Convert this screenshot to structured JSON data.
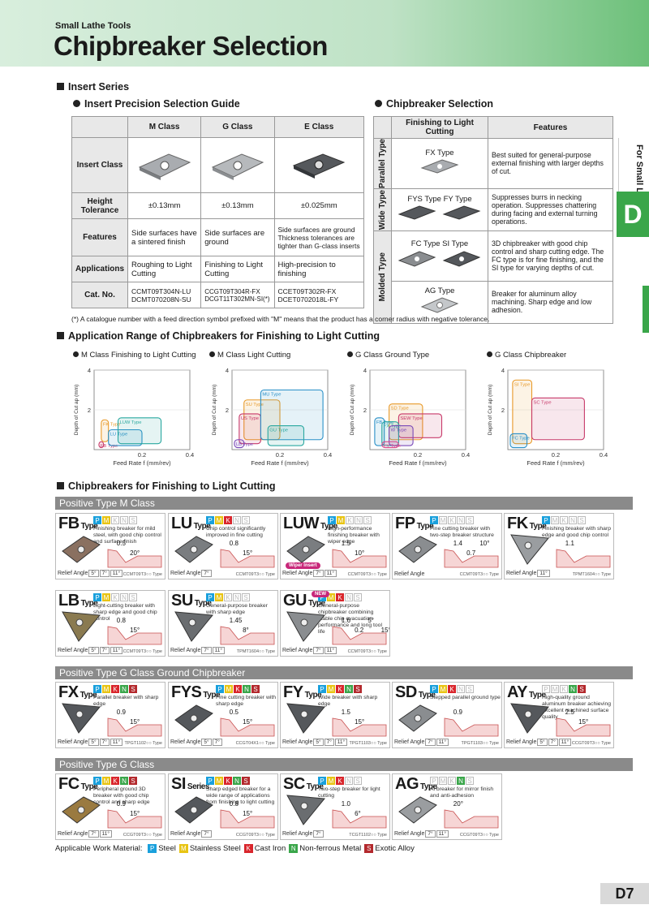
{
  "header": {
    "subtitle": "Small Lathe Tools",
    "title": "Chipbreaker Selection"
  },
  "side_tab": {
    "label": "For Small Lathes",
    "letter": "D"
  },
  "section_insert_series": "Insert Series",
  "precision_guide": {
    "title": "Insert Precision Selection Guide",
    "columns": [
      "M Class",
      "G Class",
      "E Class"
    ],
    "rows": [
      {
        "label": "Insert Class",
        "cells": [
          "",
          "",
          ""
        ]
      },
      {
        "label": "Height Tolerance",
        "cells": [
          "±0.13mm",
          "±0.13mm",
          "±0.025mm"
        ]
      },
      {
        "label": "Features",
        "cells": [
          "Side surfaces have a sintered finish",
          "Side surfaces are ground",
          "Side surfaces are ground Thickness tolerances are tighter than G-class inserts"
        ]
      },
      {
        "label": "Applications",
        "cells": [
          "Roughing to Light Cutting",
          "Finishing to Light Cutting",
          "High-precision to finishing"
        ]
      },
      {
        "label": "Cat. No.",
        "cells": [
          "CCMT09T304N-LU DCMT070208N-SU",
          "CCGT09T304R-FX DCGT11T302MN-SI(*)",
          "CCET09T302R-FX DCET0702018L-FY"
        ]
      }
    ]
  },
  "chipbreaker_selection": {
    "title": "Chipbreaker Selection",
    "col_type": "Finishing to Light Cutting",
    "col_features": "Features",
    "groups": [
      {
        "group": "Parallel Type",
        "types": "FX Type",
        "feature": "Best suited for general-purpose external finishing with larger depths of cut."
      },
      {
        "group": "Wide Type",
        "types": "FYS Type    FY Type",
        "feature": "Suppresses burrs in necking operation. Suppresses chattering during facing and external turning operations."
      },
      {
        "group": "Molded Type",
        "types": "FC Type    SI Type",
        "feature": "3D chipbreaker with good chip control and sharp cutting edge. The FC type is for fine finishing, and the SI type for varying depths of cut."
      },
      {
        "group": "",
        "types": "AG Type",
        "feature": "Breaker for aluminum alloy machining. Sharp edge and low adhesion."
      }
    ]
  },
  "footnote": "(*) A catalogue number with a feed direction symbol prefixed with \"M\" means that the product has a corner radius with negative tolerance.",
  "section_app_range": "Application Range of Chipbreakers for Finishing to Light Cutting",
  "chart_data": [
    {
      "type": "area",
      "title": "M Class   Finishing to Light Cutting",
      "xlabel": "Feed Rate f (mm/rev)",
      "ylabel": "Depth of Cut ap (mm)",
      "xlim": [
        0,
        0.4
      ],
      "ylim": [
        0,
        4
      ],
      "xticks": [
        "0.2",
        "0.4"
      ],
      "yticks": [
        "2",
        "4"
      ],
      "series": [
        {
          "name": "FK Type",
          "x": [
            0.03,
            0.06
          ],
          "y": [
            0.4,
            1.5
          ]
        },
        {
          "name": "FB Type",
          "x": [
            0.02,
            0.04
          ],
          "y": [
            0.1,
            0.4
          ]
        },
        {
          "name": "LU Type",
          "x": [
            0.06,
            0.2
          ],
          "y": [
            0.2,
            1.0
          ]
        },
        {
          "name": "LUW Type",
          "x": [
            0.1,
            0.28
          ],
          "y": [
            0.3,
            1.6
          ]
        }
      ]
    },
    {
      "type": "area",
      "title": "M Class   Light Cutting",
      "xlabel": "Feed Rate f (mm/rev)",
      "ylabel": "Depth of Cut ap (mm)",
      "xlim": [
        0,
        0.4
      ],
      "ylim": [
        0,
        4
      ],
      "xticks": [
        "0.2",
        "0.4"
      ],
      "yticks": [
        "2",
        "4"
      ],
      "series": [
        {
          "name": "SU Type",
          "x": [
            0.05,
            0.2
          ],
          "y": [
            0.5,
            2.5
          ]
        },
        {
          "name": "US Type",
          "x": [
            0.03,
            0.12
          ],
          "y": [
            0.3,
            1.8
          ]
        },
        {
          "name": "MU Type",
          "x": [
            0.12,
            0.38
          ],
          "y": [
            0.5,
            3.0
          ]
        },
        {
          "name": "GU Type",
          "x": [
            0.15,
            0.3
          ],
          "y": [
            0.2,
            1.2
          ]
        },
        {
          "name": "LB Type",
          "x": [
            0.01,
            0.05
          ],
          "y": [
            0.1,
            0.5
          ]
        }
      ]
    },
    {
      "type": "area",
      "title": "G Class   Ground Type",
      "xlabel": "Feed Rate f (mm/rev)",
      "ylabel": "Depth of Cut ap (mm)",
      "xlim": [
        0,
        0.4
      ],
      "ylim": [
        0,
        4
      ],
      "xticks": [
        "0.2",
        "0.4"
      ],
      "yticks": [
        "2",
        "4"
      ],
      "series": [
        {
          "name": "SD Type",
          "x": [
            0.08,
            0.22
          ],
          "y": [
            0.5,
            2.3
          ]
        },
        {
          "name": "SEW Type",
          "x": [
            0.12,
            0.3
          ],
          "y": [
            0.6,
            1.8
          ]
        },
        {
          "name": "FB Type",
          "x": [
            0.02,
            0.06
          ],
          "y": [
            0.2,
            1.6
          ]
        },
        {
          "name": "FX Type",
          "x": [
            0.05,
            0.12
          ],
          "y": [
            0.2,
            1.4
          ]
        },
        {
          "name": "W Type",
          "x": [
            0.08,
            0.18
          ],
          "y": [
            0.2,
            1.2
          ]
        },
        {
          "name": "FY Type",
          "x": [
            0.05,
            0.12
          ],
          "y": [
            0.1,
            0.4
          ]
        }
      ]
    },
    {
      "type": "area",
      "title": "G Class   Chipbreaker",
      "xlabel": "Feed Rate f (mm/rev)",
      "ylabel": "Depth of Cut ap (mm)",
      "xlim": [
        0,
        0.4
      ],
      "ylim": [
        0,
        4
      ],
      "xticks": [
        "0.2",
        "0.4"
      ],
      "yticks": [
        "2",
        "4"
      ],
      "series": [
        {
          "name": "SI Type",
          "x": [
            0.02,
            0.1
          ],
          "y": [
            0.3,
            3.5
          ]
        },
        {
          "name": "SC Type",
          "x": [
            0.1,
            0.32
          ],
          "y": [
            0.5,
            2.6
          ]
        },
        {
          "name": "FC Type",
          "x": [
            0.01,
            0.08
          ],
          "y": [
            0.1,
            0.8
          ]
        }
      ]
    }
  ],
  "section_chipbreakers": "Chipbreakers for Finishing to Light Cutting",
  "bands": {
    "m_class": "Positive Type M Class",
    "g_ground": "Positive Type G Class Ground Chipbreaker",
    "g_class": "Positive Type G Class"
  },
  "type_word": "Type",
  "series_word": "Series",
  "relief_label": "Relief Angle",
  "cards": [
    {
      "code": "FB",
      "suffix": "Type",
      "mat": "PM",
      "desc": "Finishing breaker for mild steel, with good chip control and surface finish",
      "dims": [
        "0.5",
        "20°"
      ],
      "angles": [
        "5°",
        "7°",
        "11°"
      ],
      "cat": "CCMT09T3○○ Type"
    },
    {
      "code": "LU",
      "suffix": "Type",
      "mat": "PMK",
      "desc": "Chip control significantly improved in fine cutting",
      "dims": [
        "0.8",
        "15°"
      ],
      "angles": [
        "7°"
      ],
      "cat": "CCMT09T3○○ Type"
    },
    {
      "code": "LUW",
      "suffix": "Type",
      "mat": "PM",
      "desc": "High-performance finishing breaker with wiper edge",
      "dims": [
        "1.5",
        "10°"
      ],
      "angles": [
        "7°",
        "11°"
      ],
      "cat": "CCMT09T3○○ Type",
      "badge": "Wiper Insert"
    },
    {
      "code": "FP",
      "suffix": "Type",
      "mat": "P",
      "desc": "Fine cutting breaker with two-step breaker structure",
      "dims": [
        "1.4",
        "0.7",
        "10°"
      ],
      "angles": [],
      "cat": "CCMT09T3○○ Type"
    },
    {
      "code": "FK",
      "suffix": "Type",
      "mat": "P",
      "desc": "Finishing breaker with sharp edge and good chip control",
      "dims": [
        "1.1"
      ],
      "angles": [
        "11°"
      ],
      "cat": "TPMT1604○○ Type"
    },
    {
      "code": "LB",
      "suffix": "Type",
      "mat": "PM",
      "desc": "Light-cutting breaker with sharp edge and good chip control",
      "dims": [
        "0.8",
        "15°"
      ],
      "angles": [
        "5°",
        "7°",
        "11°"
      ],
      "cat": "CCMT09T3○○ Type"
    },
    {
      "code": "SU",
      "suffix": "Type",
      "mat": "PM",
      "desc": "General-purpose breaker with sharp edge",
      "dims": [
        "1.45",
        "8°"
      ],
      "angles": [
        "7°",
        "11°"
      ],
      "cat": "TPMT1604○○ Type"
    },
    {
      "code": "GU",
      "suffix": "Type",
      "mat": "PMK",
      "desc": "General-purpose chipbreaker combining stable chip evacuation performance and long tool life",
      "dims": [
        "1.6",
        "0.2",
        "5°",
        "15°"
      ],
      "angles": [
        "7°",
        "11°"
      ],
      "cat": "CCMT09T3○○ Type",
      "badge": "NEW"
    },
    {
      "code": "FX",
      "suffix": "Type",
      "mat": "PMKNS",
      "desc": "Parallel breaker with sharp edge",
      "dims": [
        "0.9",
        "15°"
      ],
      "angles": [
        "5°",
        "7°",
        "11°"
      ],
      "cat": "TPGT1102○○ Type"
    },
    {
      "code": "FYS",
      "suffix": "Type",
      "mat": "PMKNS",
      "desc": "Fine cutting breaker with sharp edge",
      "dims": [
        "0.5",
        "15°"
      ],
      "angles": [
        "5°",
        "7°"
      ],
      "cat": "CCGT04X1○○ Type"
    },
    {
      "code": "FY",
      "suffix": "Type",
      "mat": "PMKNS",
      "desc": "Wide breaker with sharp edge",
      "dims": [
        "1.5",
        "15°"
      ],
      "angles": [
        "5°",
        "7°",
        "11°"
      ],
      "cat": "TPGT1103○○ Type"
    },
    {
      "code": "SD",
      "suffix": "Type",
      "mat": "PMK",
      "desc": "Stepped parallel ground type",
      "dims": [
        "0.9"
      ],
      "angles": [
        "7°",
        "11°"
      ],
      "cat": "TPGT1103○○ Type"
    },
    {
      "code": "AY",
      "suffix": "Type",
      "mat": "NS",
      "desc": "High-quality ground aluminum breaker achieving excellent machined surface quality",
      "dims": [
        "2.5",
        "15°"
      ],
      "angles": [
        "5°",
        "7°",
        "11°"
      ],
      "cat": "CCGT09T3○○ Type"
    },
    {
      "code": "FC",
      "suffix": "Type",
      "mat": "PMKNS",
      "desc": "Peripheral ground 3D breaker with good chip control and sharp edge",
      "dims": [
        "0.9",
        "15°"
      ],
      "angles": [
        "7°",
        "11°"
      ],
      "cat": "CCGT09T3○○ Type"
    },
    {
      "code": "SI",
      "suffix": "Series",
      "mat": "PMKNS",
      "desc": "Sharp edged breaker for a wide range of applications from finishing to light cutting",
      "dims": [
        "0.8",
        "15°"
      ],
      "angles": [
        "7°"
      ],
      "cat": "CCGT09T3○○ Type"
    },
    {
      "code": "SC",
      "suffix": "Type",
      "mat": "PMK",
      "desc": "Two-step breaker for light cutting",
      "dims": [
        "1.0",
        "6°"
      ],
      "angles": [
        "7°"
      ],
      "cat": "TCGT1102○○ Type"
    },
    {
      "code": "AG",
      "suffix": "Type",
      "mat": "N",
      "desc": "Al breaker for mirror finish and anti-adhesion",
      "dims": [
        "20°"
      ],
      "angles": [
        "7°",
        "11°"
      ],
      "cat": "CCGT09T3○○ Type"
    }
  ],
  "material_legend": {
    "label": "Applicable Work Material:",
    "items": [
      {
        "key": "P",
        "name": "Steel",
        "color": "#1aa0dc"
      },
      {
        "key": "M",
        "name": "Stainless Steel",
        "color": "#e8c414"
      },
      {
        "key": "K",
        "name": "Cast Iron",
        "color": "#d9262c"
      },
      {
        "key": "N",
        "name": "Non-ferrous Metal",
        "color": "#3aa64a"
      },
      {
        "key": "S",
        "name": "Exotic Alloy",
        "color": "#b3292d"
      }
    ]
  },
  "page_number": "D7"
}
